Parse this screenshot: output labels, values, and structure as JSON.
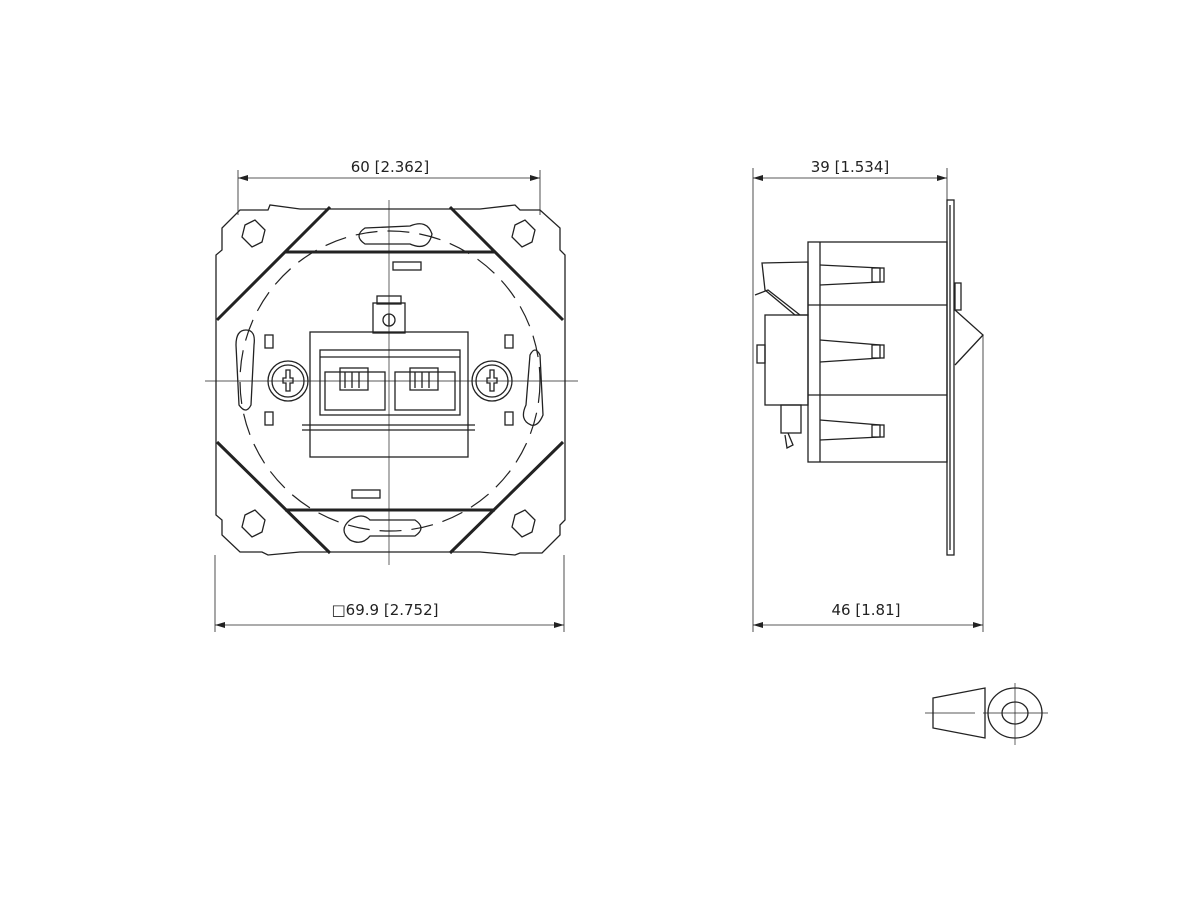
{
  "front_view": {
    "width_dimension": "60 [2.362]",
    "overall_dimension": "□69.9 [2.752]"
  },
  "side_view": {
    "depth_dimension": "39 [1.534]",
    "overall_depth_dimension": "46 [1.81]"
  },
  "projection_symbol": "first-angle-projection-icon"
}
